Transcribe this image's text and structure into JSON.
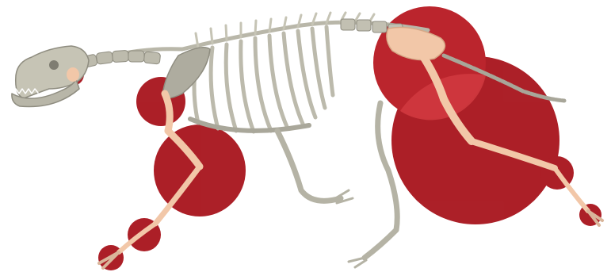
{
  "image": {
    "subject": "dog-skeleton",
    "orientation": "facing-left",
    "colors": {
      "background": "#ffffff",
      "bone": "#c9c7b8",
      "bone_shadow": "#8f8d80",
      "highlight_bone": "#f2c7a8",
      "joint_circle": "#a8141c",
      "joint_circle_overlap": "#c42a30"
    },
    "highlighted_joints": [
      "jaw",
      "shoulder",
      "elbow",
      "carpus",
      "front-paw",
      "hip",
      "stifle",
      "hock",
      "hind-paw"
    ]
  }
}
